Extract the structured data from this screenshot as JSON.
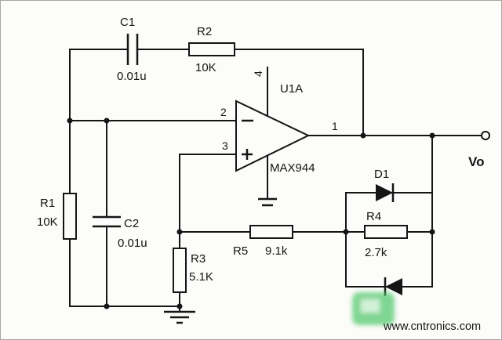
{
  "schematic": {
    "components": {
      "C1": {
        "ref": "C1",
        "value": "0.01u"
      },
      "C2": {
        "ref": "C2",
        "value": "0.01u"
      },
      "R1": {
        "ref": "R1",
        "value": "10K"
      },
      "R2": {
        "ref": "R2",
        "value": "10K"
      },
      "R3": {
        "ref": "R3",
        "value": "5.1K"
      },
      "R4": {
        "ref": "R4",
        "value": "2.7k"
      },
      "R5": {
        "ref": "R5",
        "value": "9.1k"
      },
      "D1": {
        "ref": "D1"
      },
      "U1A": {
        "ref": "U1A",
        "part": "MAX944"
      }
    },
    "pins": {
      "output": "1",
      "inverting": "2",
      "noninverting": "3",
      "vplus": "4"
    },
    "net_labels": {
      "output": "Vo"
    }
  },
  "watermark": {
    "text": "www.cntronics.com",
    "color": "#3fbe6e"
  }
}
